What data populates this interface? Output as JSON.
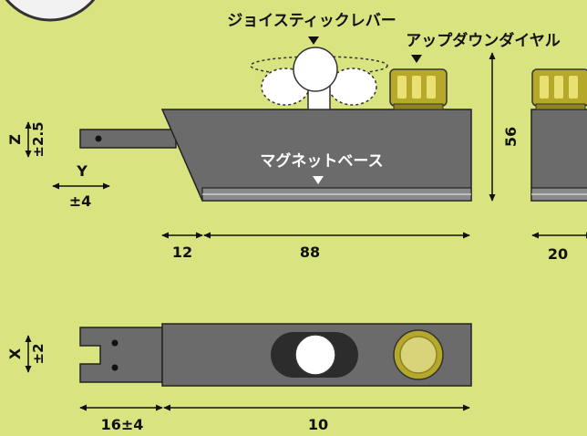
{
  "labels": {
    "joystick_lever": "ジョイスティックレバー",
    "updown_dial": "アップダウンダイヤル",
    "magnet_base": "マグネットベース"
  },
  "dimensions": {
    "z_axis": "Z",
    "z_tol": "±2.5",
    "y_axis": "Y",
    "y_tol": "±4",
    "x_axis": "X",
    "x_tol": "±2",
    "len_12": "12",
    "len_88": "88",
    "height_56": "56",
    "width_20": "20",
    "len_16": "16±4",
    "len_10": "10"
  },
  "colors": {
    "background": "#d9e380",
    "body": "#6b6b6b",
    "dial": "#b5a82a"
  }
}
